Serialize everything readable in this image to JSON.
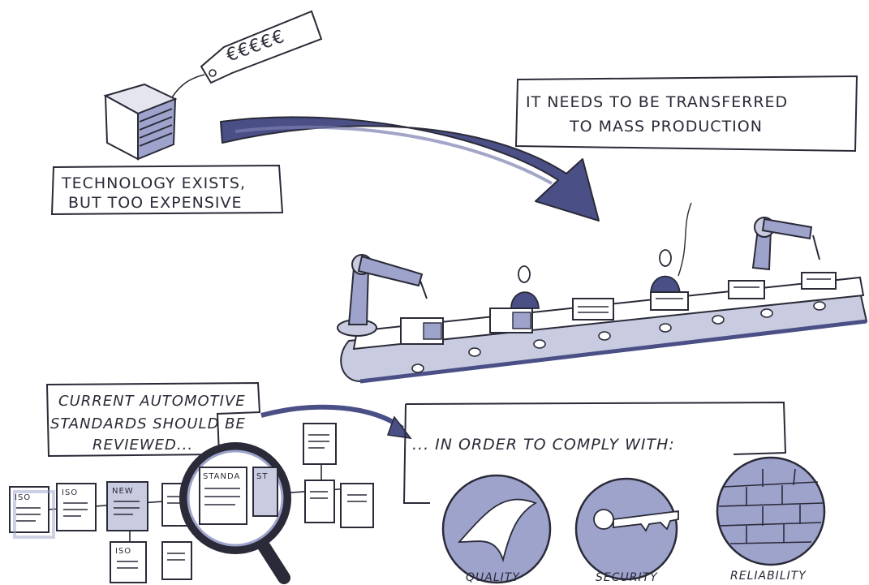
{
  "price_tag": {
    "text": "€€€€€"
  },
  "boxes": {
    "technology": {
      "line1": "TECHNOLOGY EXISTS,",
      "line2": "BUT TOO EXPENSIVE"
    },
    "mass_production": {
      "line1": "IT NEEDS TO BE TRANSFERRED",
      "line2": "TO MASS PRODUCTION"
    },
    "standards": {
      "line1": "CURRENT AUTOMOTIVE",
      "line2": "STANDARDS SHOULD BE",
      "line3": "REVIEWED..."
    },
    "comply": {
      "text": "... IN ORDER TO COMPLY WITH:"
    }
  },
  "documents": {
    "iso_1": "ISO",
    "iso_2": "ISO",
    "new": "NEW",
    "iso_3": "ISO",
    "standa": "STANDA",
    "st": "ST"
  },
  "pillars": [
    {
      "label": "QUALITY"
    },
    {
      "label": "SECURITY"
    },
    {
      "label": "RELIABILITY"
    }
  ],
  "colors": {
    "ink": "#2a2a38",
    "accent": "#4a4f86",
    "accent_light": "#9ea3cc",
    "shade": "#c9cbe0"
  }
}
